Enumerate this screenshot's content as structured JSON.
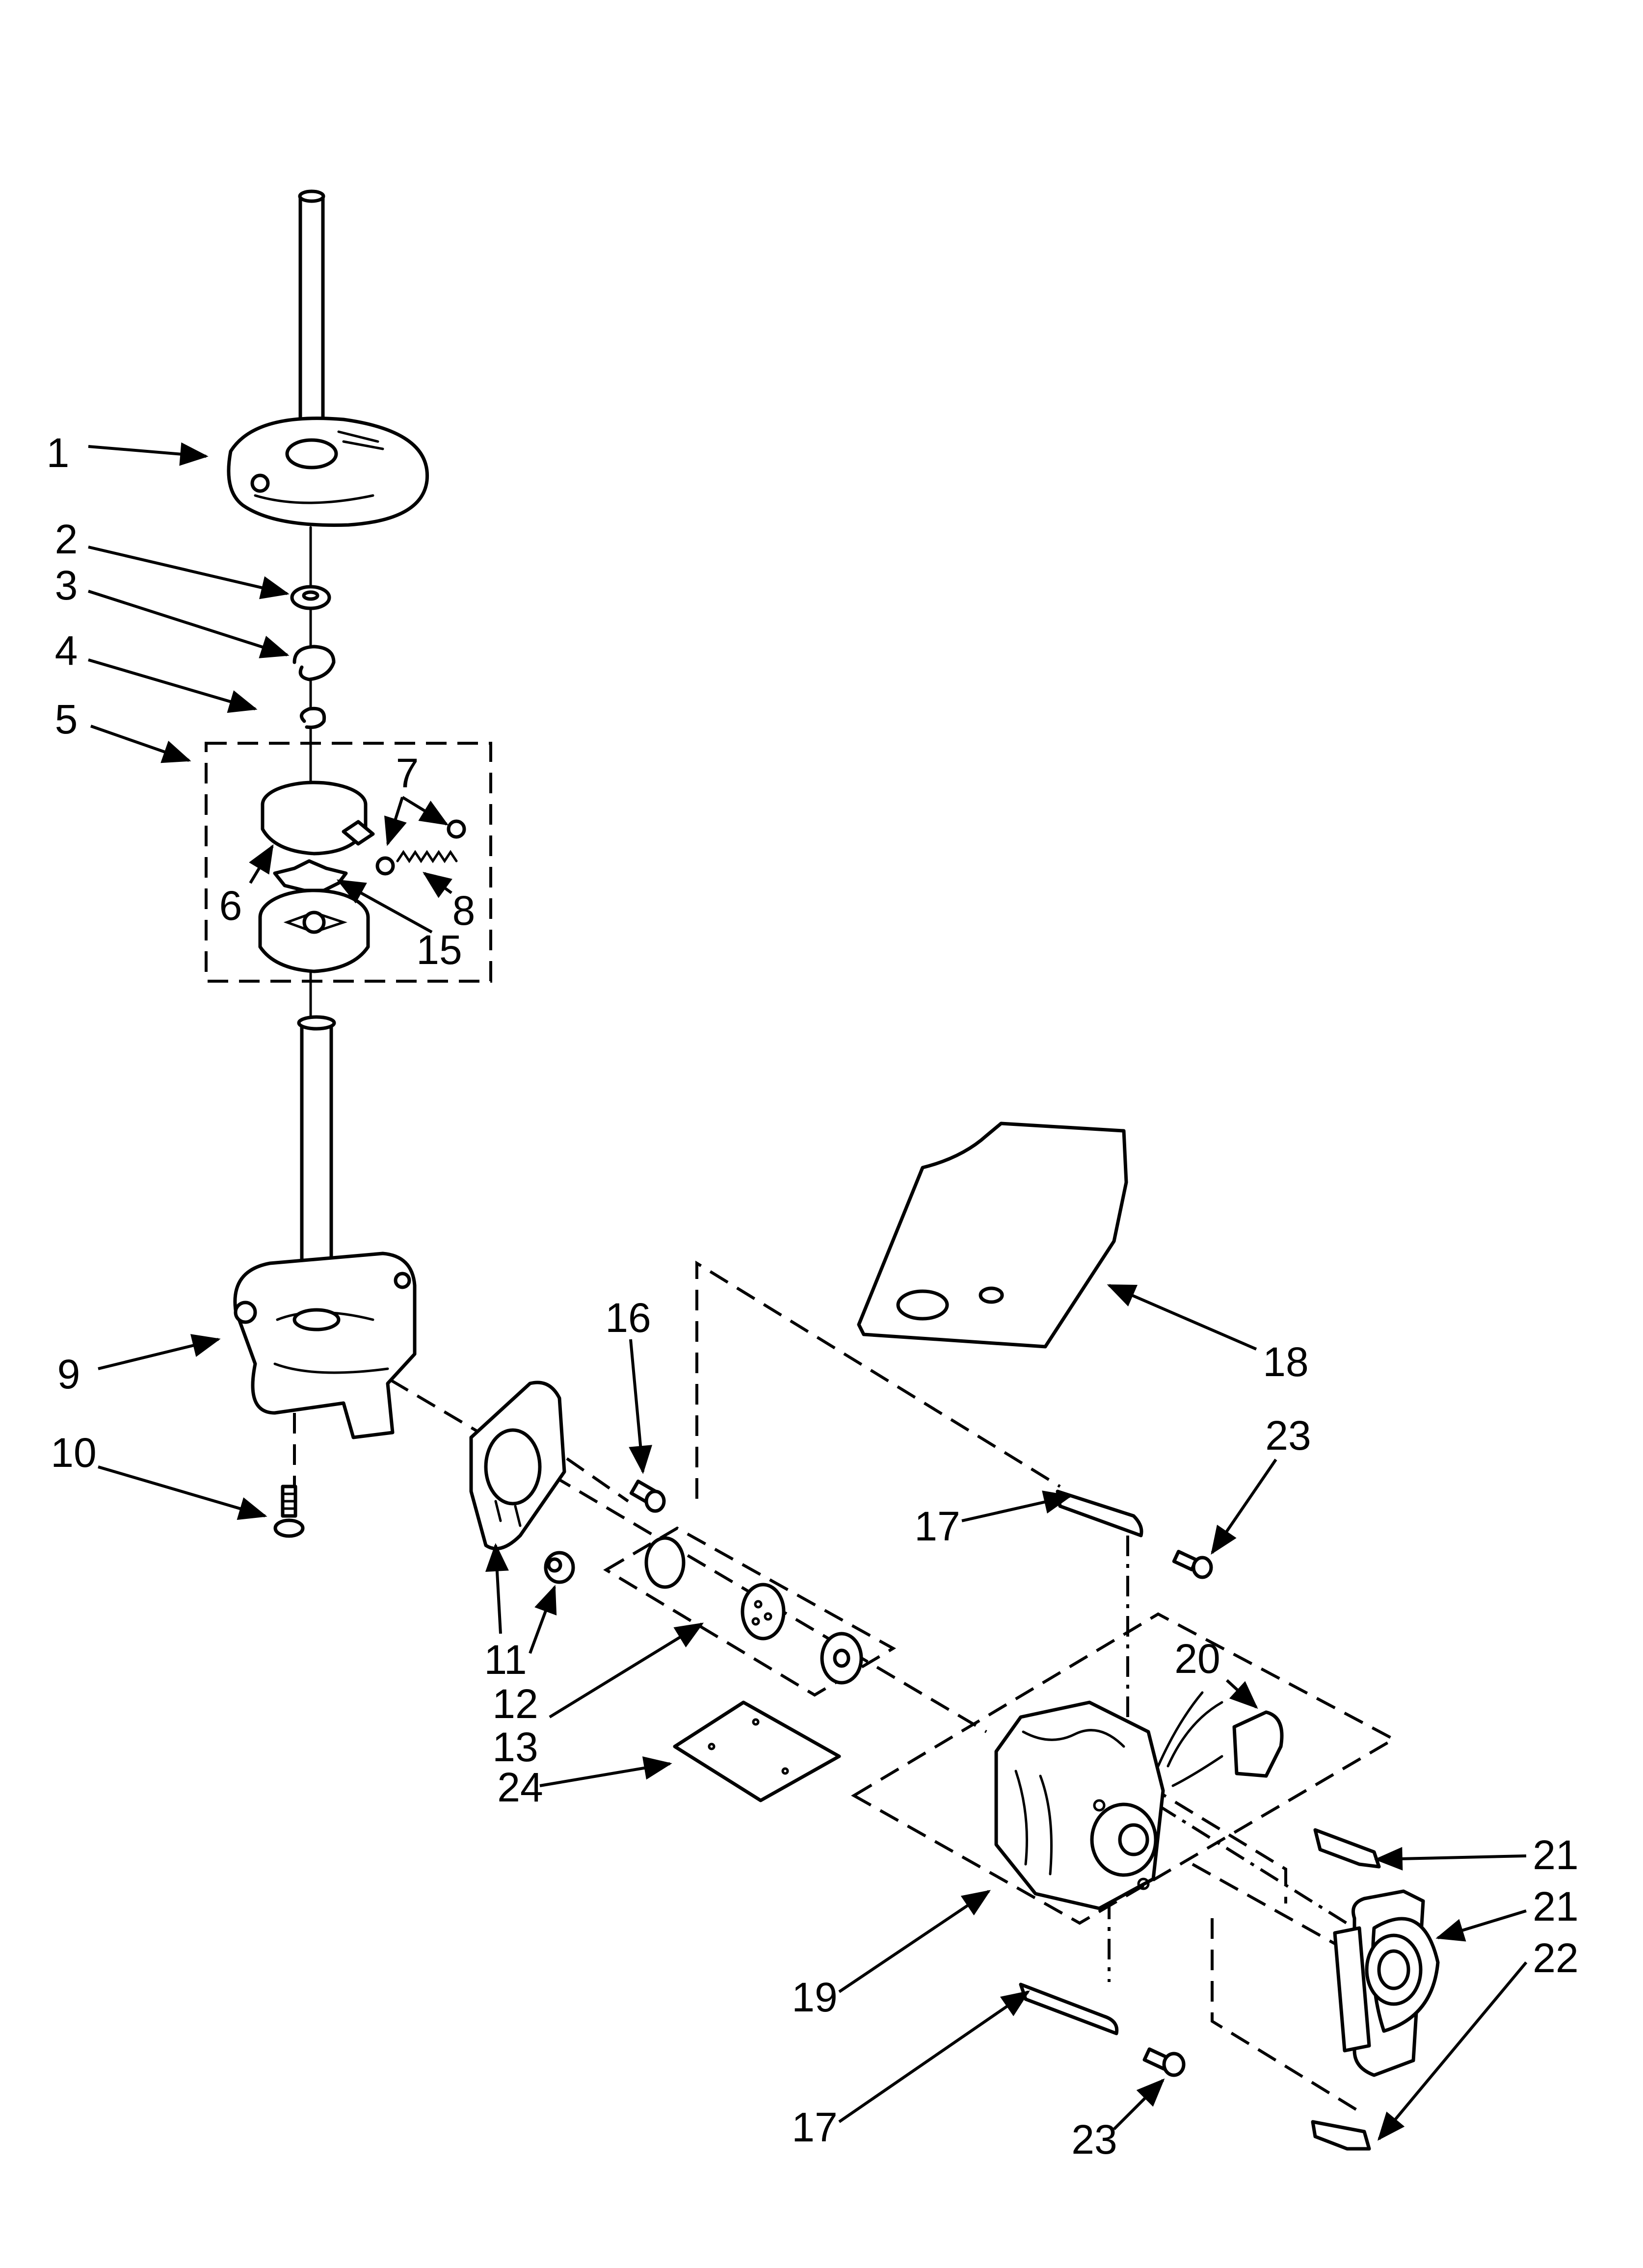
{
  "diagram": {
    "callouts": [
      {
        "id": "c1",
        "text": "1"
      },
      {
        "id": "c2",
        "text": "2"
      },
      {
        "id": "c3",
        "text": "3"
      },
      {
        "id": "c4",
        "text": "4"
      },
      {
        "id": "c5",
        "text": "5"
      },
      {
        "id": "c6",
        "text": "6"
      },
      {
        "id": "c7",
        "text": "7"
      },
      {
        "id": "c8",
        "text": "8"
      },
      {
        "id": "c9",
        "text": "9"
      },
      {
        "id": "c10",
        "text": "10"
      },
      {
        "id": "c11",
        "text": "11"
      },
      {
        "id": "c12",
        "text": "12"
      },
      {
        "id": "c13",
        "text": "13"
      },
      {
        "id": "c15",
        "text": "15"
      },
      {
        "id": "c16",
        "text": "16"
      },
      {
        "id": "c17a",
        "text": "17"
      },
      {
        "id": "c17b",
        "text": "17"
      },
      {
        "id": "c18",
        "text": "18"
      },
      {
        "id": "c19",
        "text": "19"
      },
      {
        "id": "c20",
        "text": "20"
      },
      {
        "id": "c21a",
        "text": "21"
      },
      {
        "id": "c21b",
        "text": "21"
      },
      {
        "id": "c22",
        "text": "22"
      },
      {
        "id": "c23a",
        "text": "23"
      },
      {
        "id": "c23b",
        "text": "23"
      },
      {
        "id": "c24",
        "text": "24"
      }
    ]
  }
}
